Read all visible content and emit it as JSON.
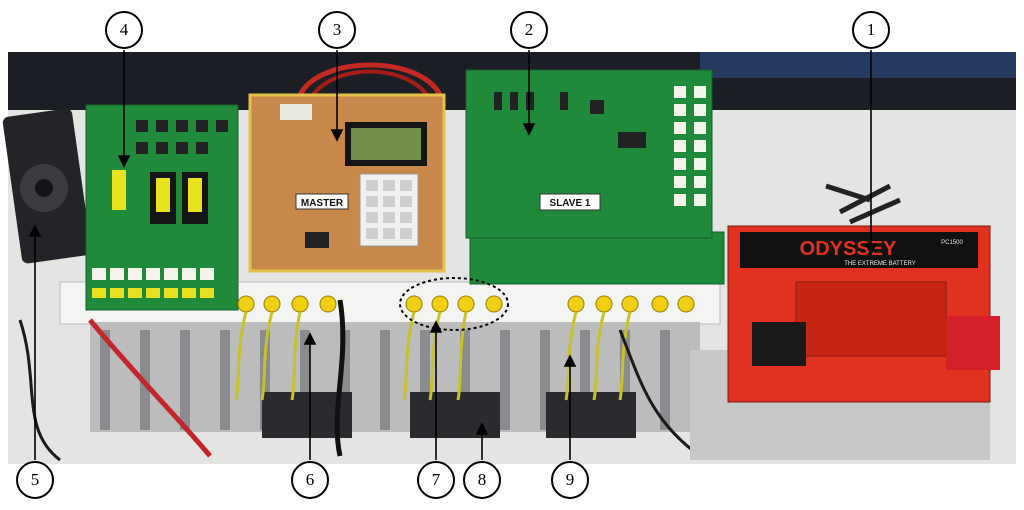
{
  "image": {
    "subject": "battery-management-system-test-setup",
    "labels": {
      "master": "MASTER",
      "slave": "SLAVE 1",
      "battery_brand": "ODYSSEY",
      "battery_tagline": "THE EXTREME BATTERY",
      "battery_model": "PC1500"
    },
    "callouts": [
      {
        "id": "1",
        "label": "1"
      },
      {
        "id": "2",
        "label": "2"
      },
      {
        "id": "3",
        "label": "3"
      },
      {
        "id": "4",
        "label": "4"
      },
      {
        "id": "5",
        "label": "5"
      },
      {
        "id": "6",
        "label": "6"
      },
      {
        "id": "7",
        "label": "7"
      },
      {
        "id": "8",
        "label": "8"
      },
      {
        "id": "9",
        "label": "9"
      }
    ],
    "colors": {
      "pcb_green": "#1f8a3a",
      "master_board": "#c7884a",
      "battery_red": "#e0321e",
      "terminal_yellow": "#f2cf12",
      "background": "#ffffff"
    }
  }
}
